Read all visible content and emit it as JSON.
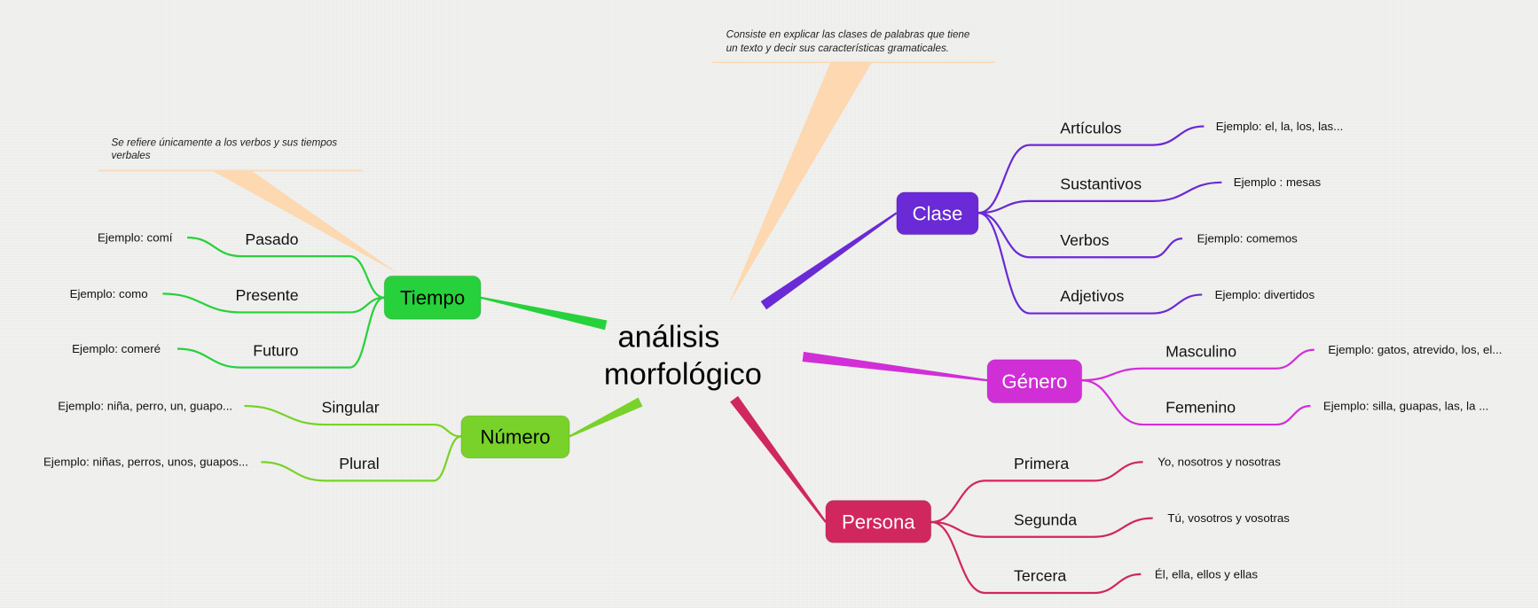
{
  "center": {
    "line1": "análisis",
    "line2": "morfológico"
  },
  "notes": [
    {
      "lines": [
        "Consiste en explicar las clases de palabras que tiene",
        "un texto y decir sus características gramaticales."
      ]
    },
    {
      "lines": [
        "Se refiere únicamente a los verbos y sus tiempos",
        "verbales"
      ]
    }
  ],
  "note_color": "#fdd8b0",
  "branches": [
    {
      "label": "Clase",
      "color": "#6a2ad6",
      "text_color": "#ffffff",
      "children": [
        {
          "label": "Artículos",
          "example": "Ejemplo: el, la, los, las..."
        },
        {
          "label": "Sustantivos",
          "example": "Ejemplo : mesas"
        },
        {
          "label": "Verbos",
          "example": "Ejemplo: comemos"
        },
        {
          "label": "Adjetivos",
          "example": "Ejemplo: divertidos"
        }
      ]
    },
    {
      "label": "Género",
      "color": "#d12fd6",
      "text_color": "#ffffff",
      "children": [
        {
          "label": "Masculino",
          "example": "Ejemplo: gatos, atrevido, los, el..."
        },
        {
          "label": "Femenino",
          "example": "Ejemplo: silla, guapas, las, la ..."
        }
      ]
    },
    {
      "label": "Persona",
      "color": "#d0275f",
      "text_color": "#ffffff",
      "children": [
        {
          "label": "Primera",
          "example": "Yo, nosotros y nosotras"
        },
        {
          "label": "Segunda",
          "example": "Tú, vosotros y vosotras"
        },
        {
          "label": "Tercera",
          "example": "Él, ella, ellos y ellas"
        }
      ]
    },
    {
      "label": "Número",
      "color": "#78d22a",
      "text_color": "#000000",
      "children": [
        {
          "label": "Singular",
          "example": "Ejemplo: niña, perro, un, guapo..."
        },
        {
          "label": "Plural",
          "example": "Ejemplo: niñas, perros, unos, guapos..."
        }
      ]
    },
    {
      "label": "Tiempo",
      "color": "#27d13b",
      "text_color": "#000000",
      "children": [
        {
          "label": "Pasado",
          "example": "Ejemplo: comí"
        },
        {
          "label": "Presente",
          "example": "Ejemplo: como"
        },
        {
          "label": "Futuro",
          "example": "Ejemplo: comeré"
        }
      ]
    }
  ]
}
